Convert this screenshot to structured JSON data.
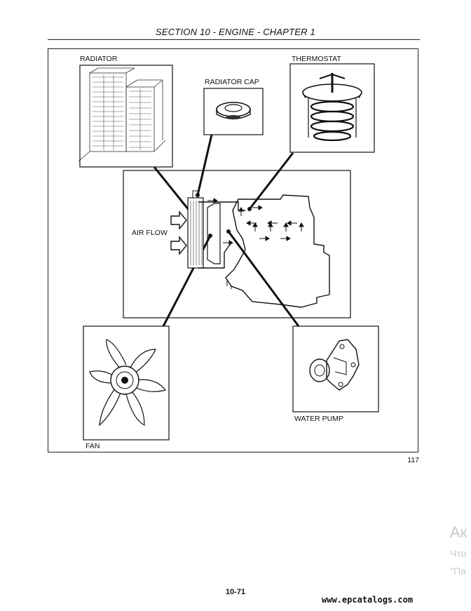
{
  "header": {
    "title": "SECTION 10 - ENGINE - CHAPTER 1"
  },
  "figure": {
    "labels": {
      "radiator": "RADIATOR",
      "radiator_cap": "RADIATOR CAP",
      "thermostat": "THERMOSTAT",
      "air_flow": "AIR FLOW",
      "fan": "FAN",
      "water_pump": "WATER PUMP"
    },
    "figure_number": "117"
  },
  "footer": {
    "page_number": "10-71",
    "website": "www.epcatalogs.com"
  },
  "watermark": {
    "line1": "Ак",
    "line2": "Что",
    "line3": "\"Па"
  }
}
